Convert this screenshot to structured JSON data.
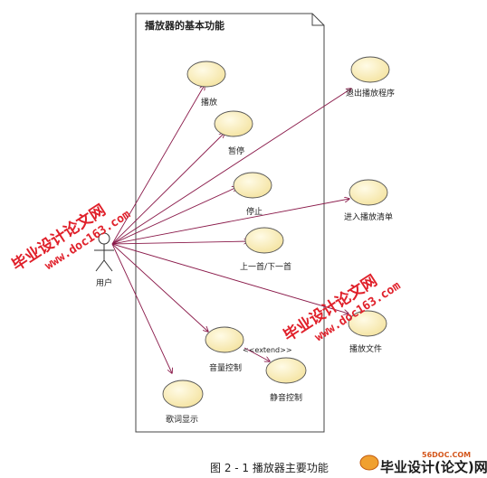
{
  "diagram": {
    "boundary_title": "播放器的基本功能",
    "actor": {
      "name": "用户"
    },
    "use_cases": [
      {
        "id": "play",
        "label": "播放"
      },
      {
        "id": "pause",
        "label": "暂停"
      },
      {
        "id": "stop",
        "label": "停止"
      },
      {
        "id": "prev_next",
        "label": "上一首/下一首"
      },
      {
        "id": "volume",
        "label": "音量控制"
      },
      {
        "id": "mute",
        "label": "静音控制"
      },
      {
        "id": "lyrics",
        "label": "歌词显示"
      },
      {
        "id": "exit",
        "label": "退出播放程序"
      },
      {
        "id": "playlist",
        "label": "进入播放清单"
      },
      {
        "id": "playfile",
        "label": "播放文件"
      }
    ],
    "extend_label": "<<extend>>",
    "caption": "图 2 - 1  播放器主要功能"
  },
  "watermarks": {
    "left_text": "毕业设计论文网",
    "left_url": "www.doc163.com",
    "right_text": "毕业设计论文网",
    "right_url": "www.doc163.com"
  },
  "logo": {
    "small": "56DOC.COM",
    "main": "毕业设计(论文)网"
  },
  "colors": {
    "use_case_fill": "#fbf2c4",
    "line": "#8a1a4a",
    "watermark": "#e0202a"
  }
}
